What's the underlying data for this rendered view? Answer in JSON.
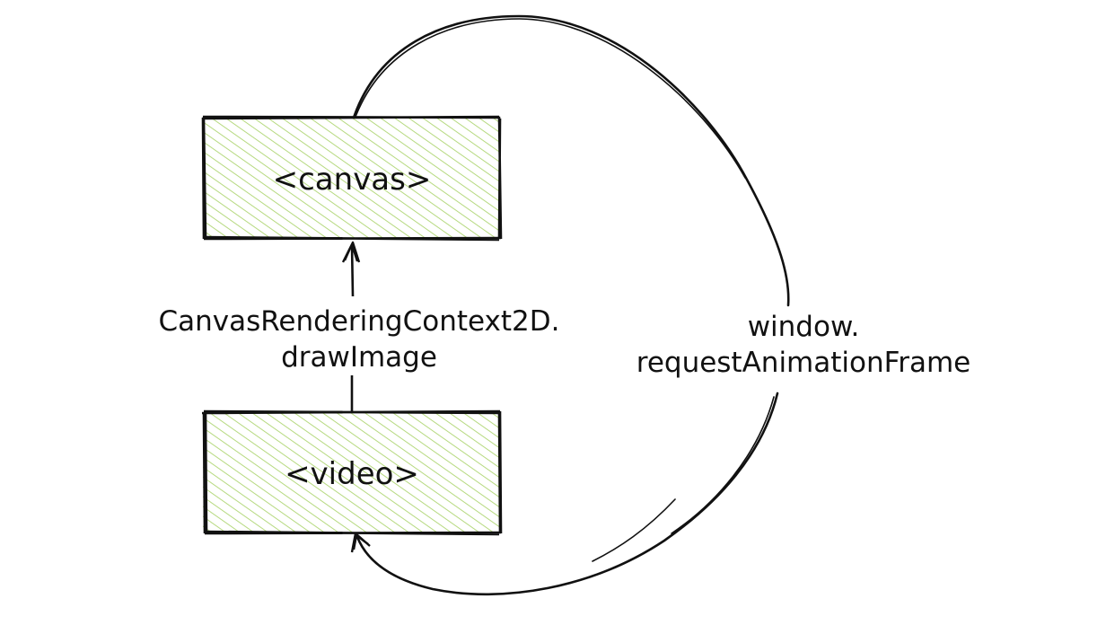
{
  "colors": {
    "stroke": "#111111",
    "hatch": "#a9d36a",
    "background": "#ffffff"
  },
  "nodes": {
    "canvas": {
      "label": "<canvas>"
    },
    "video": {
      "label": "<video>"
    }
  },
  "edges": {
    "draw": {
      "line1": "CanvasRenderingContext2D.",
      "line2": "drawImage"
    },
    "loop": {
      "line1": "window.",
      "line2": "requestAnimationFrame"
    }
  }
}
